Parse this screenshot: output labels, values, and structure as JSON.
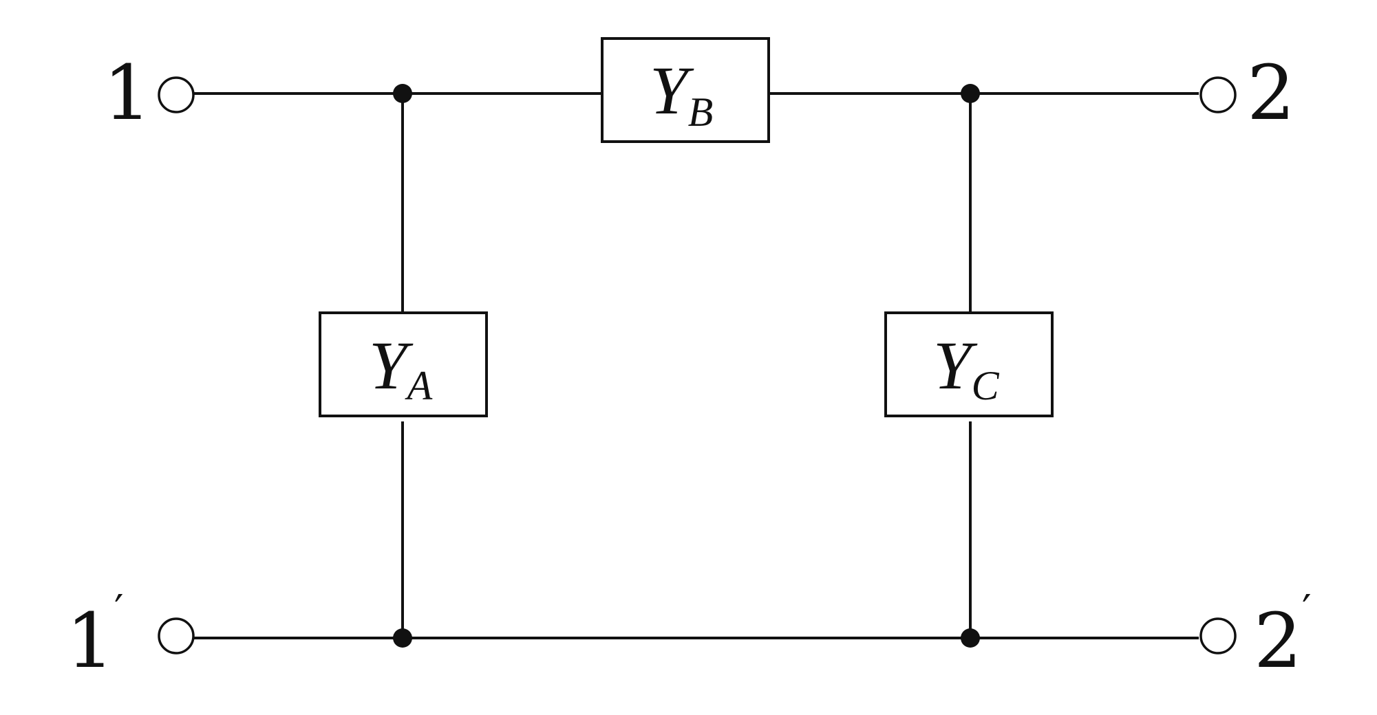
{
  "diagram": {
    "type": "two-port pi network",
    "terminals": {
      "port1_top": {
        "number": "1",
        "prime": ""
      },
      "port1_bottom": {
        "number": "1",
        "prime": "′"
      },
      "port2_top": {
        "number": "2",
        "prime": ""
      },
      "port2_bottom": {
        "number": "2",
        "prime": "′"
      }
    },
    "admittances": {
      "series": {
        "symbol": "Y",
        "subscript": "B"
      },
      "shunt_left": {
        "symbol": "Y",
        "subscript": "A"
      },
      "shunt_right": {
        "symbol": "Y",
        "subscript": "C"
      }
    }
  }
}
